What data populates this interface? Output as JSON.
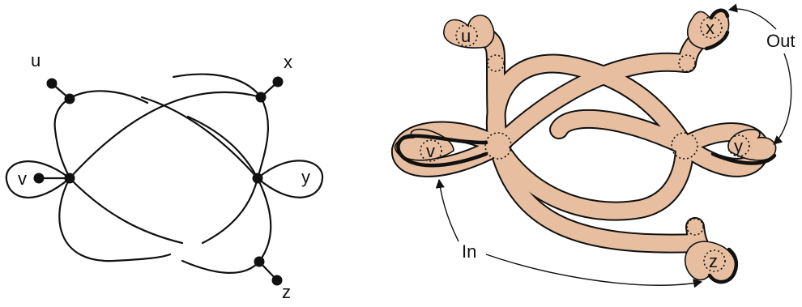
{
  "left_graph": {
    "labels": {
      "u": "u",
      "x": "x",
      "v": "v",
      "y": "y",
      "z": "z"
    }
  },
  "right_surface": {
    "labels": {
      "u": "u",
      "x": "x",
      "v": "v",
      "y": "y",
      "z": "z"
    },
    "annotations": {
      "out": "Out",
      "in": "In"
    }
  },
  "colors": {
    "band_fill": "#e7bfa0",
    "stroke": "#111111",
    "background": "#ffffff"
  }
}
